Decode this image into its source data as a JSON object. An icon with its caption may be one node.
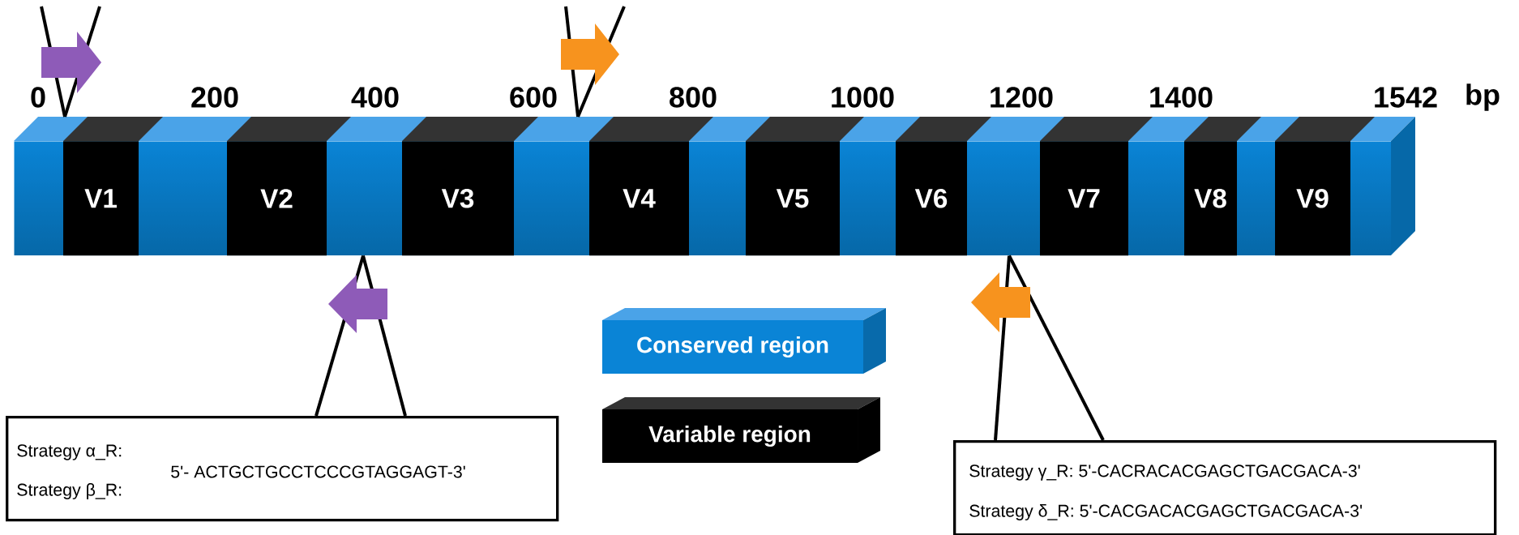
{
  "diagram": {
    "nodes": [
      {
        "text": [],
        "shape": "bar"
      },
      {
        "text": [
          "V1"
        ],
        "in": 0
      },
      {
        "text": [
          "V2"
        ],
        "in": 0
      },
      {
        "text": [
          "V3"
        ],
        "in": 0
      },
      {
        "text": [
          "V4"
        ],
        "in": 0
      },
      {
        "text": [
          "V5"
        ],
        "in": 0
      },
      {
        "text": [
          "V6"
        ],
        "in": 0
      },
      {
        "text": [
          "V7"
        ],
        "in": 0
      },
      {
        "text": [
          "V8"
        ],
        "in": 0
      },
      {
        "text": [
          "V9"
        ],
        "in": 0
      },
      {
        "text": [
          "Strategy α_R:",
          "Strategy β_R:",
          "5'- ACTGCTGCCTCCCGTAGGAGT-3'"
        ]
      },
      {
        "text": [
          "Strategy γ_R: 5'-CACRACACGAGCTGACGACA-3'",
          "Strategy δ_R: 5'-CACGACACGAGCTGACGACA-3'"
        ]
      }
    ],
    "edges": [
      {
        "from": 10,
        "to": 0,
        "arrow": "none"
      },
      {
        "from": 10,
        "to": 0,
        "arrow": "none"
      },
      {
        "from": 11,
        "to": 0,
        "arrow": "none"
      },
      {
        "from": 11,
        "to": 0,
        "arrow": "none"
      }
    ],
    "labels": [
      "0",
      "200",
      "400",
      "600",
      "800",
      "1000",
      "1200",
      "1400",
      "1542",
      "bp"
    ],
    "legend": [
      {
        "text": "Conserved region",
        "color": "#0a84d6"
      },
      {
        "text": "Variable region",
        "color": "#000000"
      }
    ]
  }
}
